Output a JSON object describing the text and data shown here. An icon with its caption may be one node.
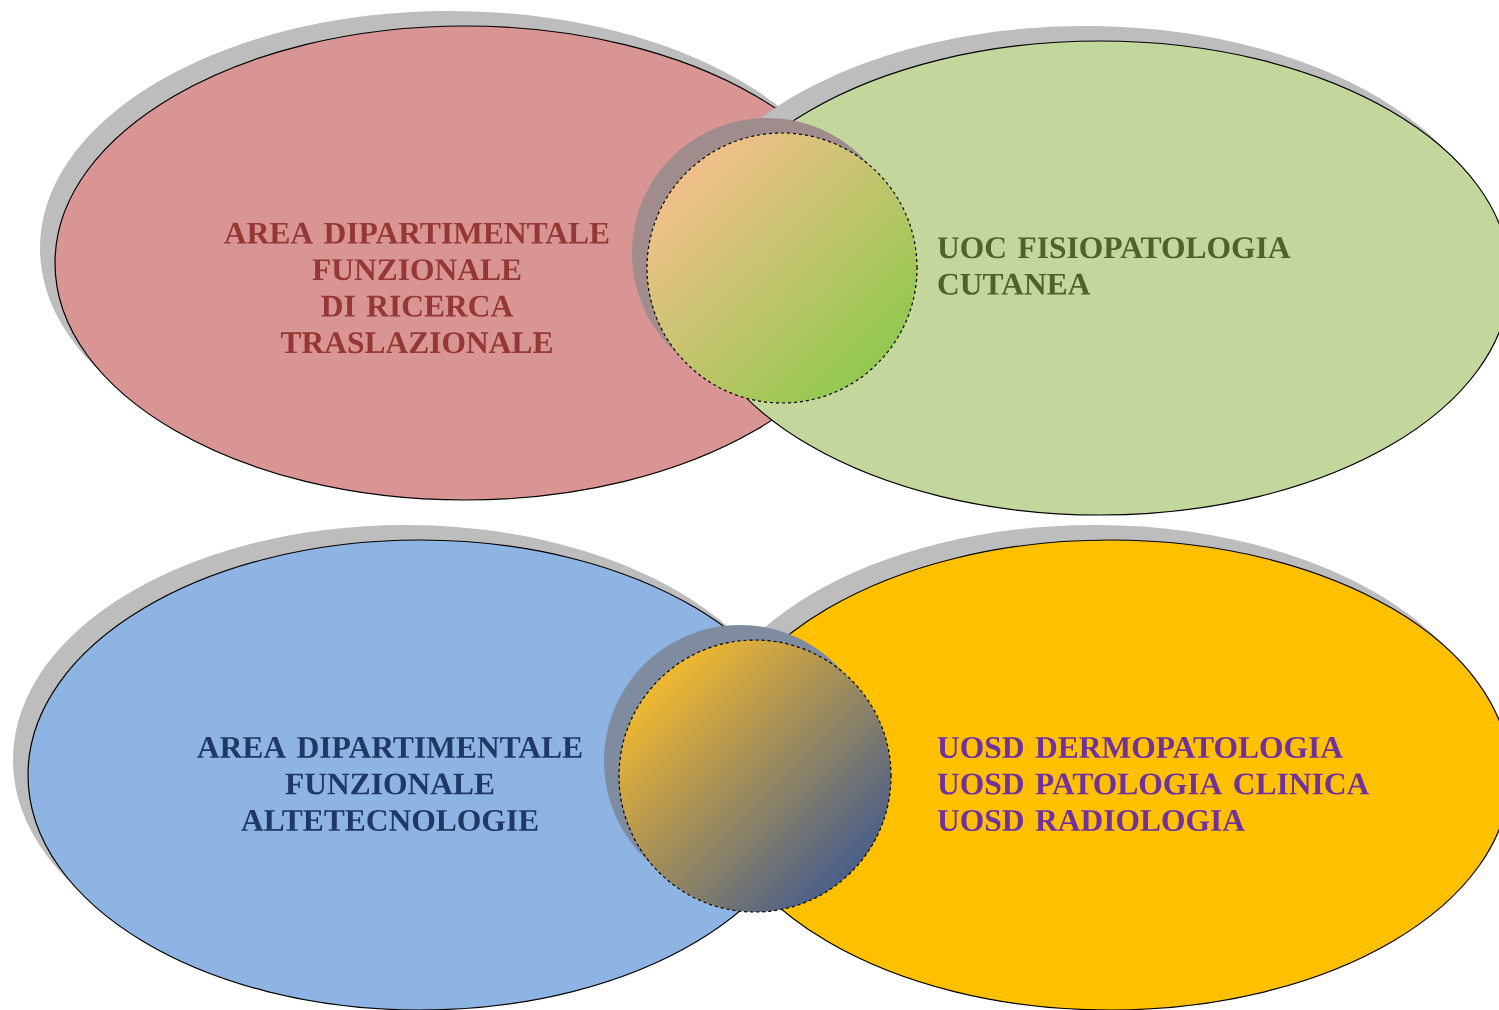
{
  "diagram": {
    "nodes": [
      {
        "text": [
          "AREA DIPARTIMENTALE FUNZIONALE DI RICERCA TRASLAZIONALE"
        ]
      },
      {
        "text": [
          "UOC FISIOPATOLOGIA CUTANEA"
        ]
      },
      {
        "text": [],
        "shape": "circle"
      },
      {
        "text": [
          "AREA DIPARTIMENTALE FUNZIONALE ALTETECNOLOGIE"
        ]
      },
      {
        "text": [
          "UOSD DERMOPATOLOGIA",
          "UOSD PATOLOGIA CLINICA",
          "UOSD RADIOLOGIA"
        ]
      },
      {
        "text": [],
        "shape": "circle"
      }
    ]
  }
}
